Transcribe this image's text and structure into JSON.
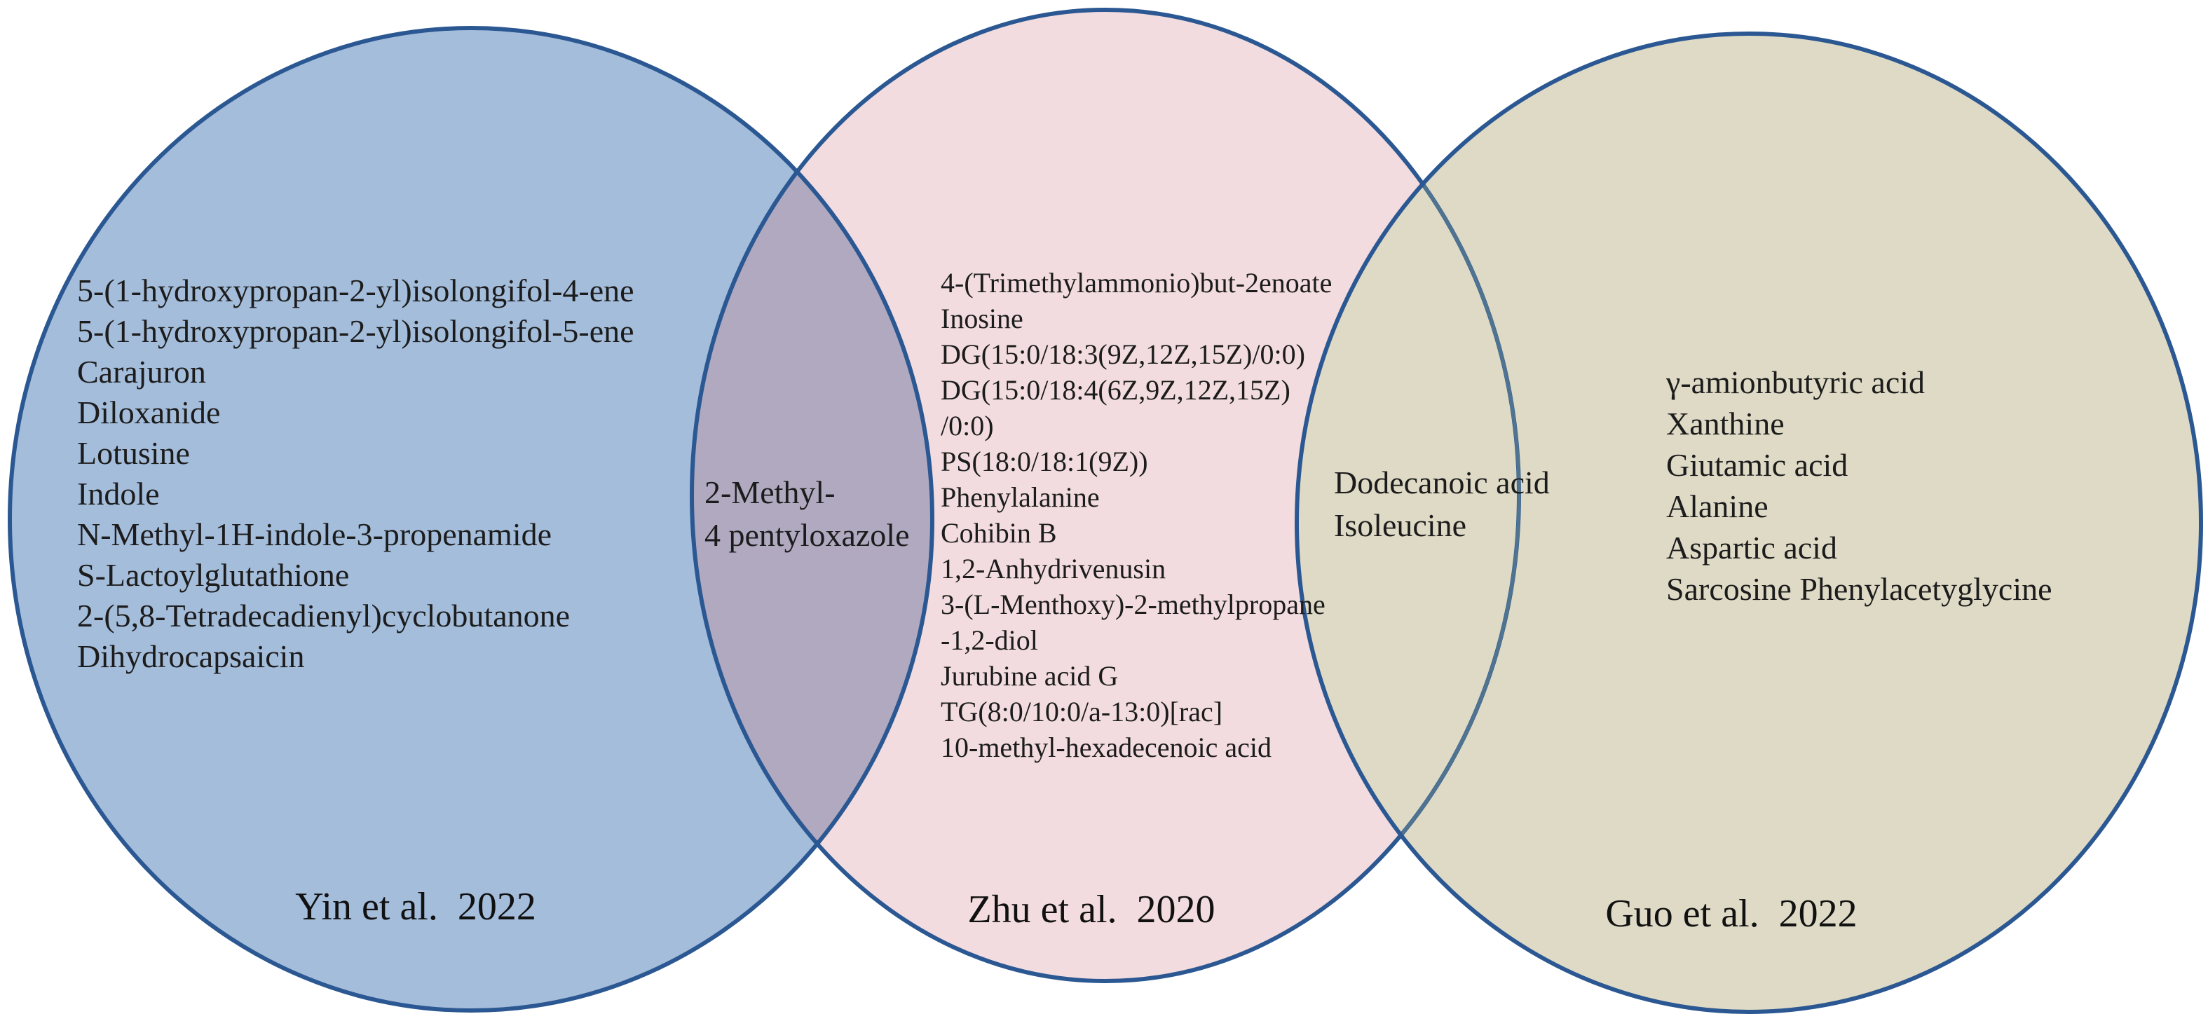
{
  "colors": {
    "background": "#ffffff",
    "stroke": "#2b5892",
    "overlap_stroke": "#50738f",
    "text": "#1c1c1c"
  },
  "left": {
    "label": "Yin et al.  2022",
    "fill": "#a4bddb",
    "items": [
      "5-(1-hydroxypropan-2-yl)isolongifol-4-ene",
      "5-(1-hydroxypropan-2-yl)isolongifol-5-ene",
      "Carajuron",
      "Diloxanide",
      "Lotusine",
      "Indole",
      "N-Methyl-1H-indole-3-propenamide",
      "S-Lactoylglutathione",
      "2-(5,8-Tetradecadienyl)cyclobutanone",
      "Dihydrocapsaicin"
    ]
  },
  "middle": {
    "label": "Zhu et al.  2020",
    "fill": "#f2dcdf",
    "items": [
      "4-(Trimethylammonio)but-2enoate",
      "Inosine",
      "DG(15:0/18:3(9Z,12Z,15Z)/0:0)",
      "DG(15:0/18:4(6Z,9Z,12Z,15Z)",
      "/0:0)",
      "PS(18:0/18:1(9Z))",
      "Phenylalanine",
      "Cohibin B",
      "1,2-Anhydrivenusin",
      "3-(L-Menthoxy)-2-methylpropane",
      "-1,2-diol",
      "Jurubine acid G",
      "TG(8:0/10:0/a-13:0)[rac]",
      "10-methyl-hexadecenoic acid"
    ]
  },
  "right": {
    "label": "Guo et al.  2022",
    "fill": "#e7edda",
    "items": [
      "γ-amionbutyric acid",
      "Xanthine",
      "Giutamic acid",
      "Alanine",
      "Aspartic acid",
      "Sarcosine Phenylacetyglycine"
    ]
  },
  "lens1": {
    "fill": "#b0a9c0",
    "items": [
      "2-Methyl-",
      "4 pentyloxazole"
    ]
  },
  "lens2": {
    "fill": "#dedac6",
    "items": [
      "Dodecanoic acid",
      "Isoleucine"
    ]
  }
}
